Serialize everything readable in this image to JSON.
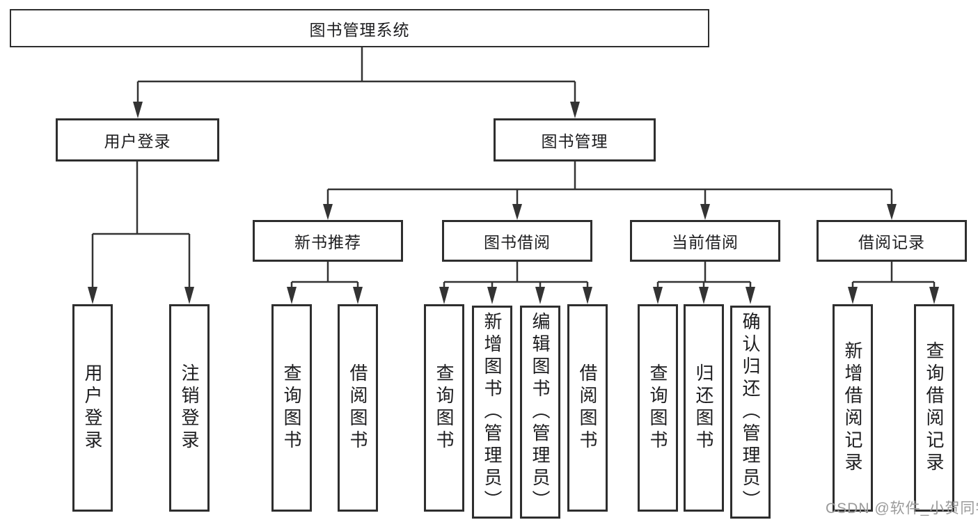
{
  "tree": {
    "root": {
      "label": "图书管理系统"
    },
    "branches": [
      {
        "label": "用户登录",
        "children": [
          {
            "label": "用户登录"
          },
          {
            "label": "注销登录"
          }
        ]
      },
      {
        "label": "图书管理",
        "children": [
          {
            "label": "新书推荐",
            "children": [
              {
                "label": "查询图书"
              },
              {
                "label": "借阅图书"
              }
            ]
          },
          {
            "label": "图书借阅",
            "children": [
              {
                "label": "查询图书"
              },
              {
                "label": "新增图书（管理员）"
              },
              {
                "label": "编辑图书（管理员）"
              },
              {
                "label": "借阅图书"
              }
            ]
          },
          {
            "label": "当前借阅",
            "children": [
              {
                "label": "查询图书"
              },
              {
                "label": "归还图书"
              },
              {
                "label": "确认归还（管理员）"
              }
            ]
          },
          {
            "label": "借阅记录",
            "children": [
              {
                "label": "新增借阅记录"
              },
              {
                "label": "查询借阅记录"
              }
            ]
          }
        ]
      }
    ]
  },
  "watermark": {
    "text": "CSDN @软件_小贺同学"
  },
  "colors": {
    "line": "#333333",
    "box_border": "#2e2e2e",
    "text": "#1d1d1f",
    "watermark": "#9a9a9a",
    "background": "#ffffff"
  }
}
